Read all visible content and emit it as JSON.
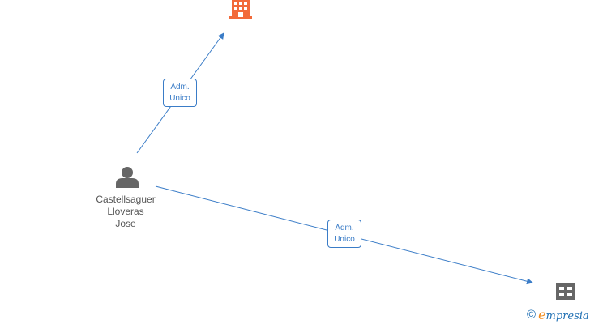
{
  "colors": {
    "edge": "#3a7cc7",
    "company_active": "#f26a3a",
    "company_inactive": "#666666",
    "person": "#666666",
    "brand_blue": "#1f6fb3",
    "brand_orange": "#f08a1c"
  },
  "nodes": {
    "company_top": {
      "icon": "building-icon"
    },
    "company_bottom": {
      "icon": "building-icon"
    },
    "person": {
      "icon": "person-icon",
      "name_lines": [
        "Castellsaguer",
        "Lloveras",
        "Jose"
      ]
    }
  },
  "edges": [
    {
      "from": "person",
      "to": "company_top",
      "label_lines": [
        "Adm.",
        "Unico"
      ]
    },
    {
      "from": "person",
      "to": "company_bottom",
      "label_lines": [
        "Adm.",
        "Unico"
      ]
    }
  ],
  "watermark": {
    "copyright": "©",
    "brand_initial": "e",
    "brand_rest": "mpresia"
  }
}
